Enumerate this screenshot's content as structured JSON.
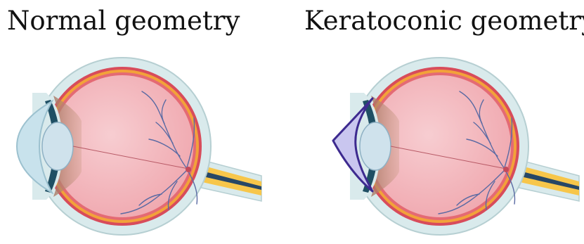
{
  "panels": [
    {
      "title": "Normal geometry",
      "cornea": "normal"
    },
    {
      "title": "Keratoconic geometry",
      "cornea": "keratoconic"
    }
  ],
  "colors": {
    "sclera": "#d9eaec",
    "sclera_edge": "#b6cfd2",
    "retina_orange": "#f2a23a",
    "retina_red": "#d84c5b",
    "vitreous": "#f0a9b0",
    "vitreous_light": "#f7cdd1",
    "lens": "#cfe2ec",
    "lens_edge": "#8fb1c4",
    "iris": "#1f4f64",
    "ciliary": "#c99a84",
    "cornea_normal": "#c8e2ec",
    "cornea_keratoconic": "#c9c6ef",
    "cornea_keratoconic_edge": "#3d2a8f",
    "nerve_yellow": "#f7c64a",
    "nerve_blue": "#274766",
    "vessel": "#5a6aa3"
  }
}
